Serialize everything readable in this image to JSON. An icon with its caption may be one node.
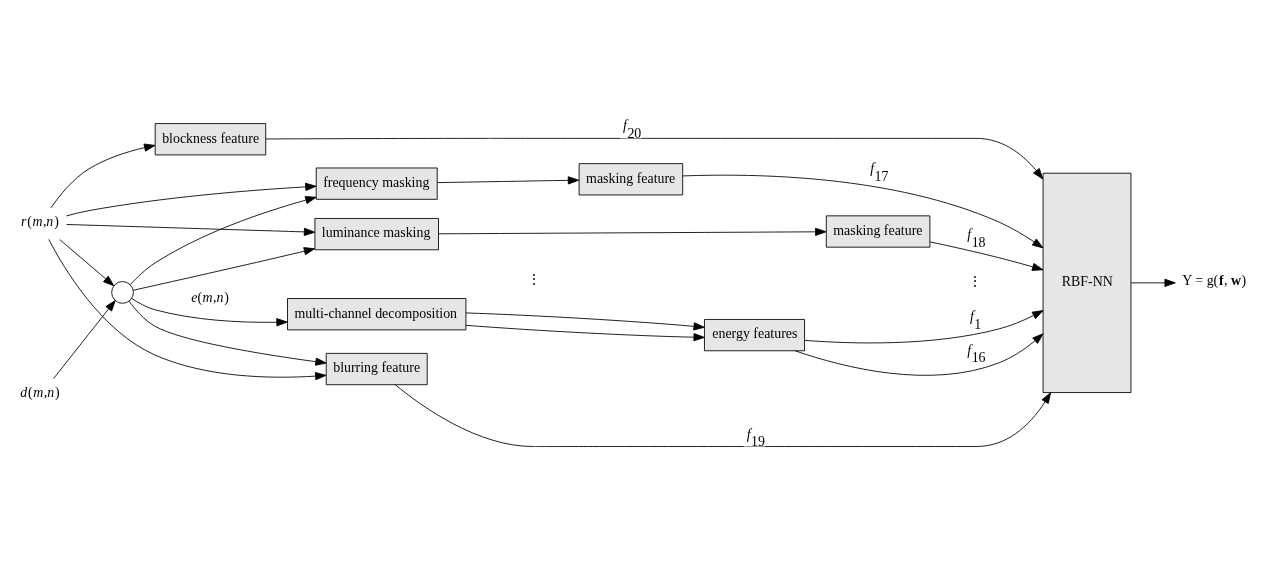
{
  "diagram": {
    "nodes": [
      {
        "text": [
          "*d*(*m*,*n*)"
        ]
      },
      {
        "text": [
          "*r*(*m*,*n*)"
        ]
      },
      {
        "text": [],
        "shape": "circle"
      },
      {
        "text": [
          "multi-channel decomposition"
        ]
      },
      {
        "text": [
          "energy features"
        ]
      },
      {
        "text": [
          "frequency masking"
        ]
      },
      {
        "text": [
          "masking feature"
        ]
      },
      {
        "text": [
          "luminance masking"
        ]
      },
      {
        "text": [
          "masking feature"
        ]
      },
      {
        "text": [
          "blurring feature"
        ]
      },
      {
        "text": [
          "blockness feature"
        ]
      },
      {
        "text": [
          "RBF-NN"
        ]
      },
      {
        "text": [
          "Y = g(**f**, **w**)"
        ]
      }
    ],
    "edges": [
      {
        "from": 0,
        "to": 2,
        "arrow": "to"
      },
      {
        "from": 1,
        "to": 2,
        "arrow": "to"
      },
      {
        "from": 2,
        "to": 3,
        "arrow": "to",
        "label": "*e*(*m*,*n*)"
      },
      {
        "from": 2,
        "to": 5,
        "arrow": "to"
      },
      {
        "from": 1,
        "to": 5,
        "arrow": "to"
      },
      {
        "from": 2,
        "to": 7,
        "arrow": "to"
      },
      {
        "from": 1,
        "to": 7,
        "arrow": "to"
      },
      {
        "from": 2,
        "to": 9,
        "arrow": "to"
      },
      {
        "from": 1,
        "to": 9,
        "arrow": "to"
      },
      {
        "from": 1,
        "to": 10,
        "arrow": "to"
      },
      {
        "from": 3,
        "to": 4,
        "arrow": "to"
      },
      {
        "from": 3,
        "to": 4,
        "arrow": "to"
      },
      {
        "from": 4,
        "to": 11,
        "arrow": "to",
        "label": "*f*$_{1}$"
      },
      {
        "from": 4,
        "to": 11,
        "arrow": "to",
        "label": "*f*$_{16}$"
      },
      {
        "from": 5,
        "to": 6,
        "arrow": "to"
      },
      {
        "from": 6,
        "to": 11,
        "arrow": "to",
        "label": "*f*$_{17}$"
      },
      {
        "from": 7,
        "to": 8,
        "arrow": "to"
      },
      {
        "from": 8,
        "to": 11,
        "arrow": "to",
        "label": "*f*$_{18}$"
      },
      {
        "from": 9,
        "to": 11,
        "arrow": "to",
        "label": "*f*$_{19}$"
      },
      {
        "from": 10,
        "to": 11,
        "arrow": "to",
        "label": "*f*$_{20}$"
      },
      {
        "from": 11,
        "to": 12,
        "arrow": "to"
      }
    ],
    "labels": [
      "⋮",
      "⋮"
    ]
  }
}
